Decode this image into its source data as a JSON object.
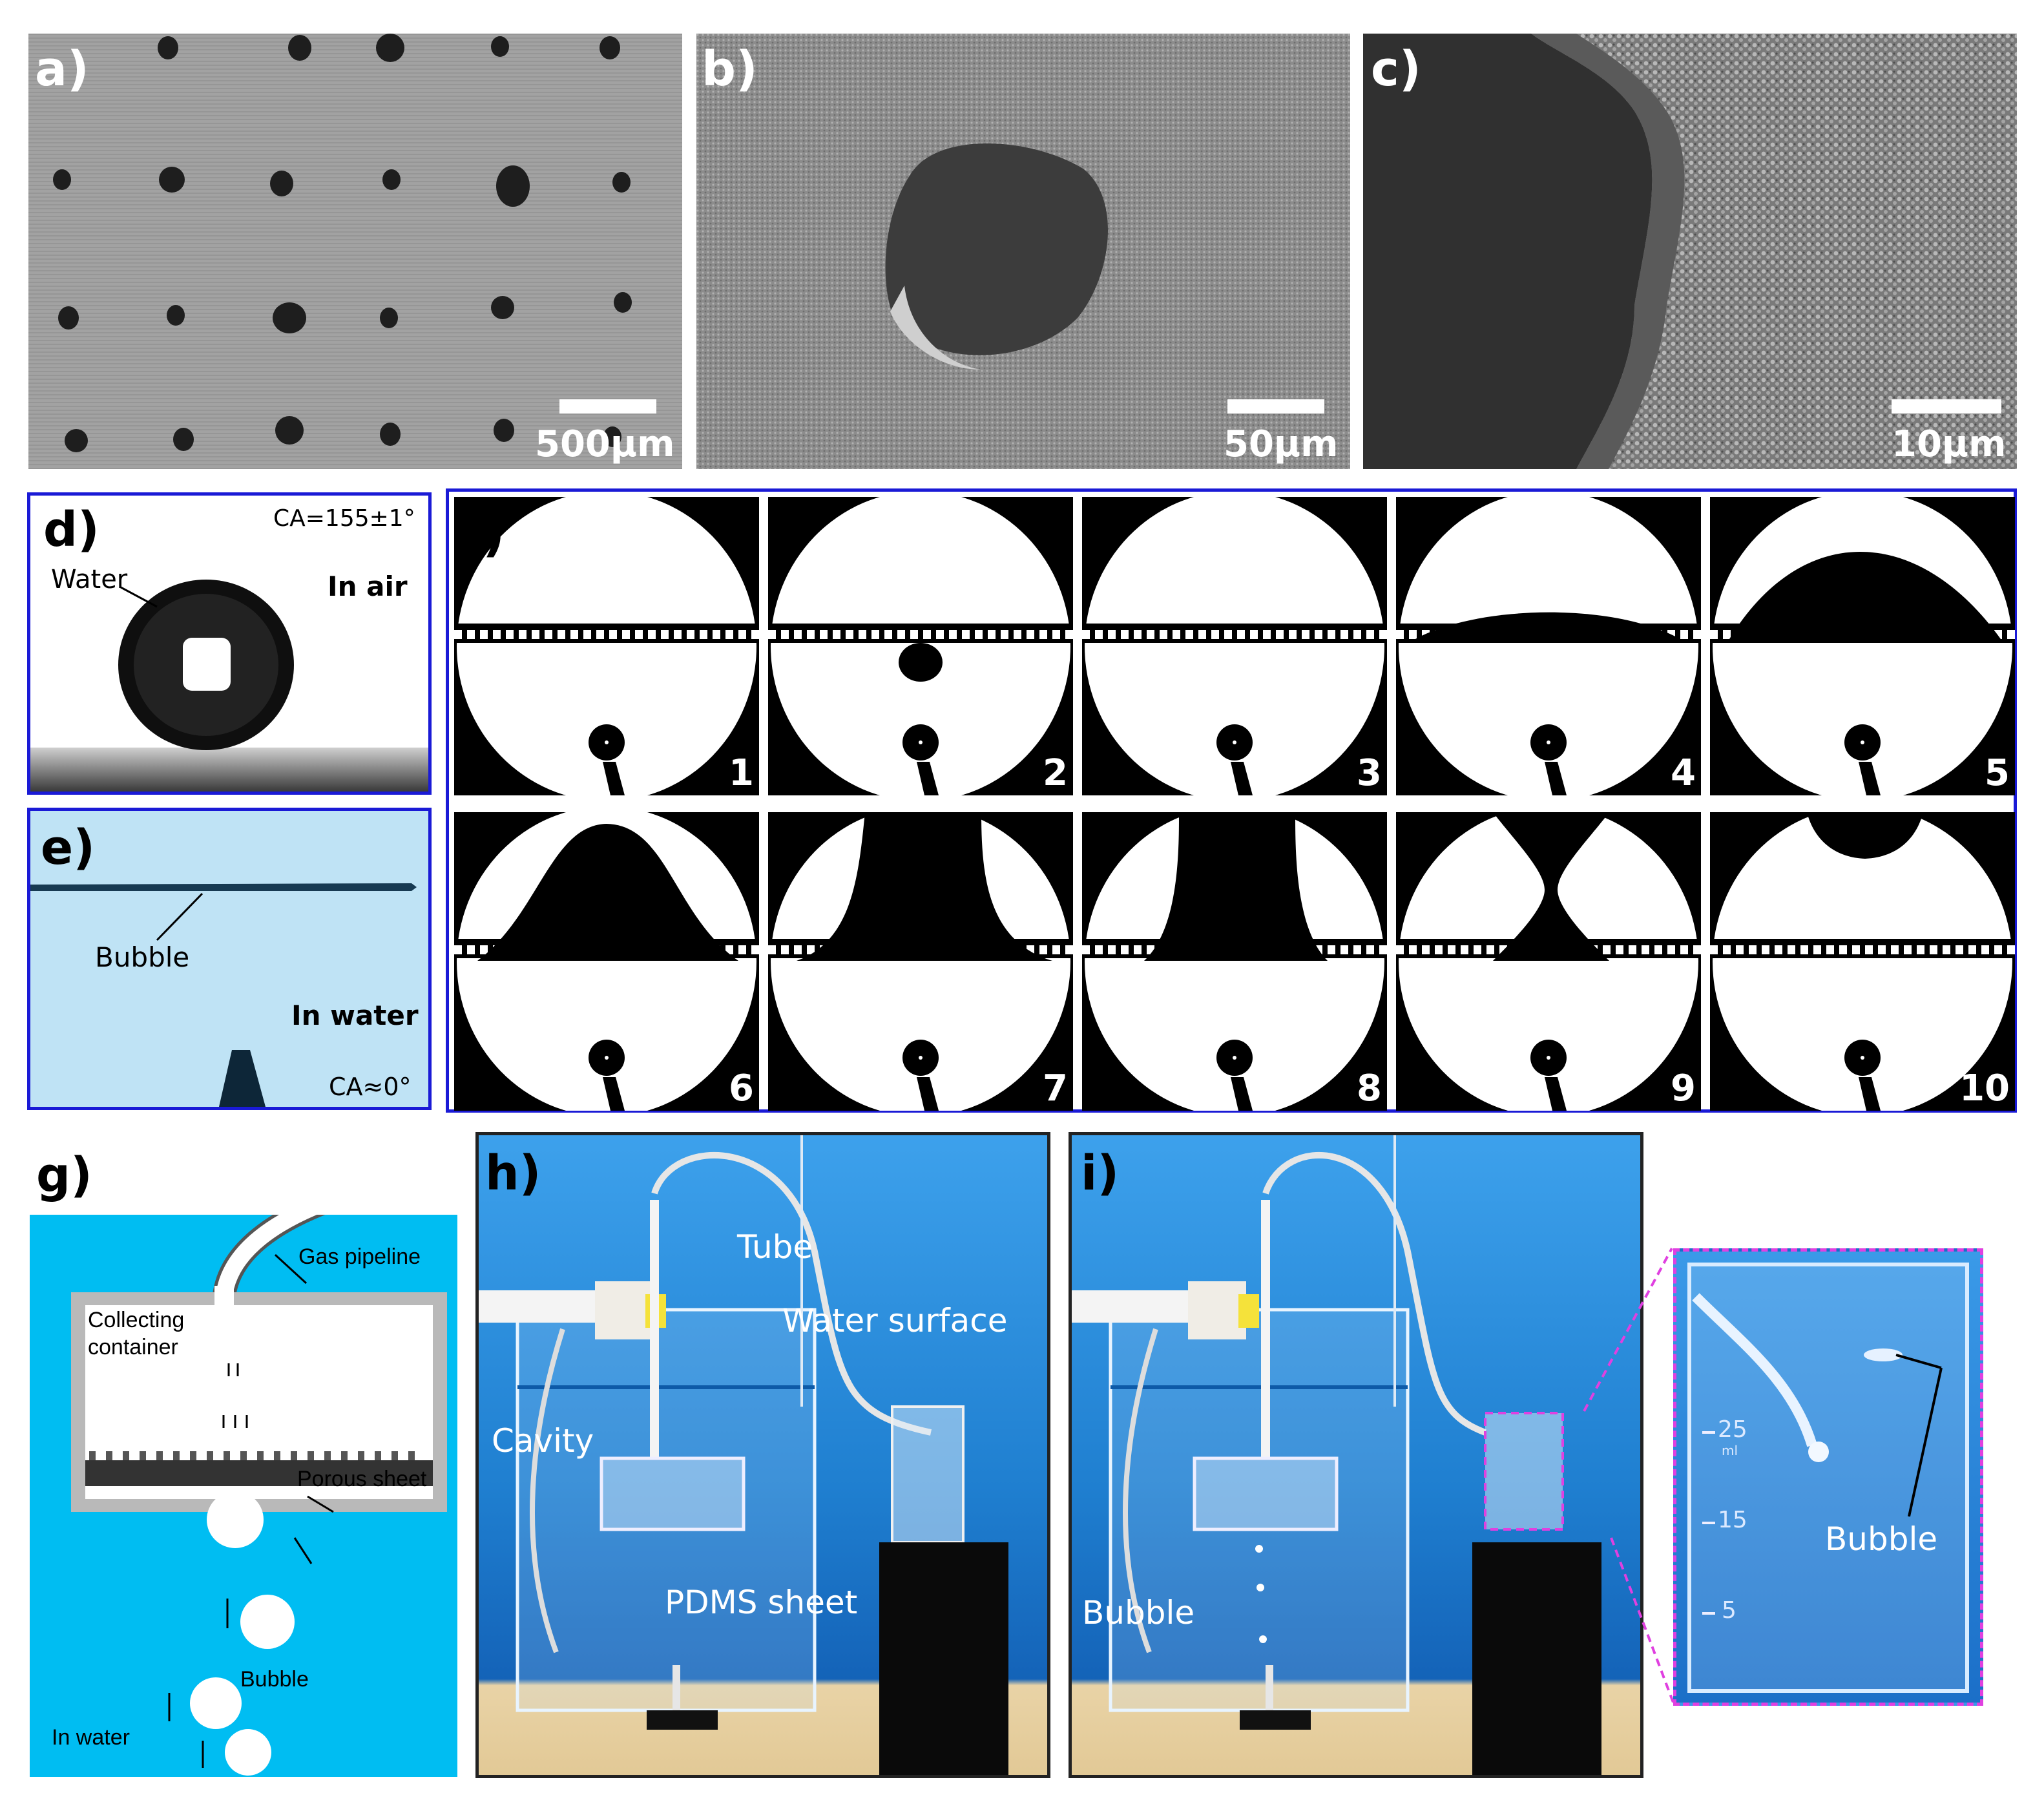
{
  "panel_a": {
    "label": "a)",
    "scale": "500μm"
  },
  "panel_b": {
    "label": "b)",
    "scale": "50μm"
  },
  "panel_c": {
    "label": "c)",
    "scale": "10μm"
  },
  "panel_d": {
    "label": "d)",
    "ca": "CA=155±1°",
    "water": "Water",
    "medium": "In air"
  },
  "panel_e": {
    "label": "e)",
    "bubble": "Bubble",
    "medium": "In water",
    "ca": "CA≈0°"
  },
  "panel_f": {
    "label": "f)",
    "frames": [
      "1",
      "2",
      "3",
      "4",
      "5",
      "6",
      "7",
      "8",
      "9",
      "10"
    ]
  },
  "panel_g": {
    "label": "g)",
    "gas_pipeline": "Gas pipeline",
    "collecting_1": "Collecting",
    "collecting_2": "container",
    "porous_sheet": "Porous sheet",
    "bubble": "Bubble",
    "medium": "In water"
  },
  "panel_h": {
    "label": "h)",
    "tube": "Tube",
    "water_surface": "Water surface",
    "cavity": "Cavity",
    "pdms": "PDMS  sheet"
  },
  "panel_i": {
    "label": "i)",
    "bubble": "Bubble"
  },
  "panel_zoom": {
    "bubble": "Bubble",
    "ticks": [
      "25",
      "15",
      "5"
    ],
    "ml": "ml"
  },
  "colors": {
    "frame_blue": "#1a1ad6",
    "water_blue": "#00bdf2",
    "zoom_dash": "#e040e0"
  }
}
